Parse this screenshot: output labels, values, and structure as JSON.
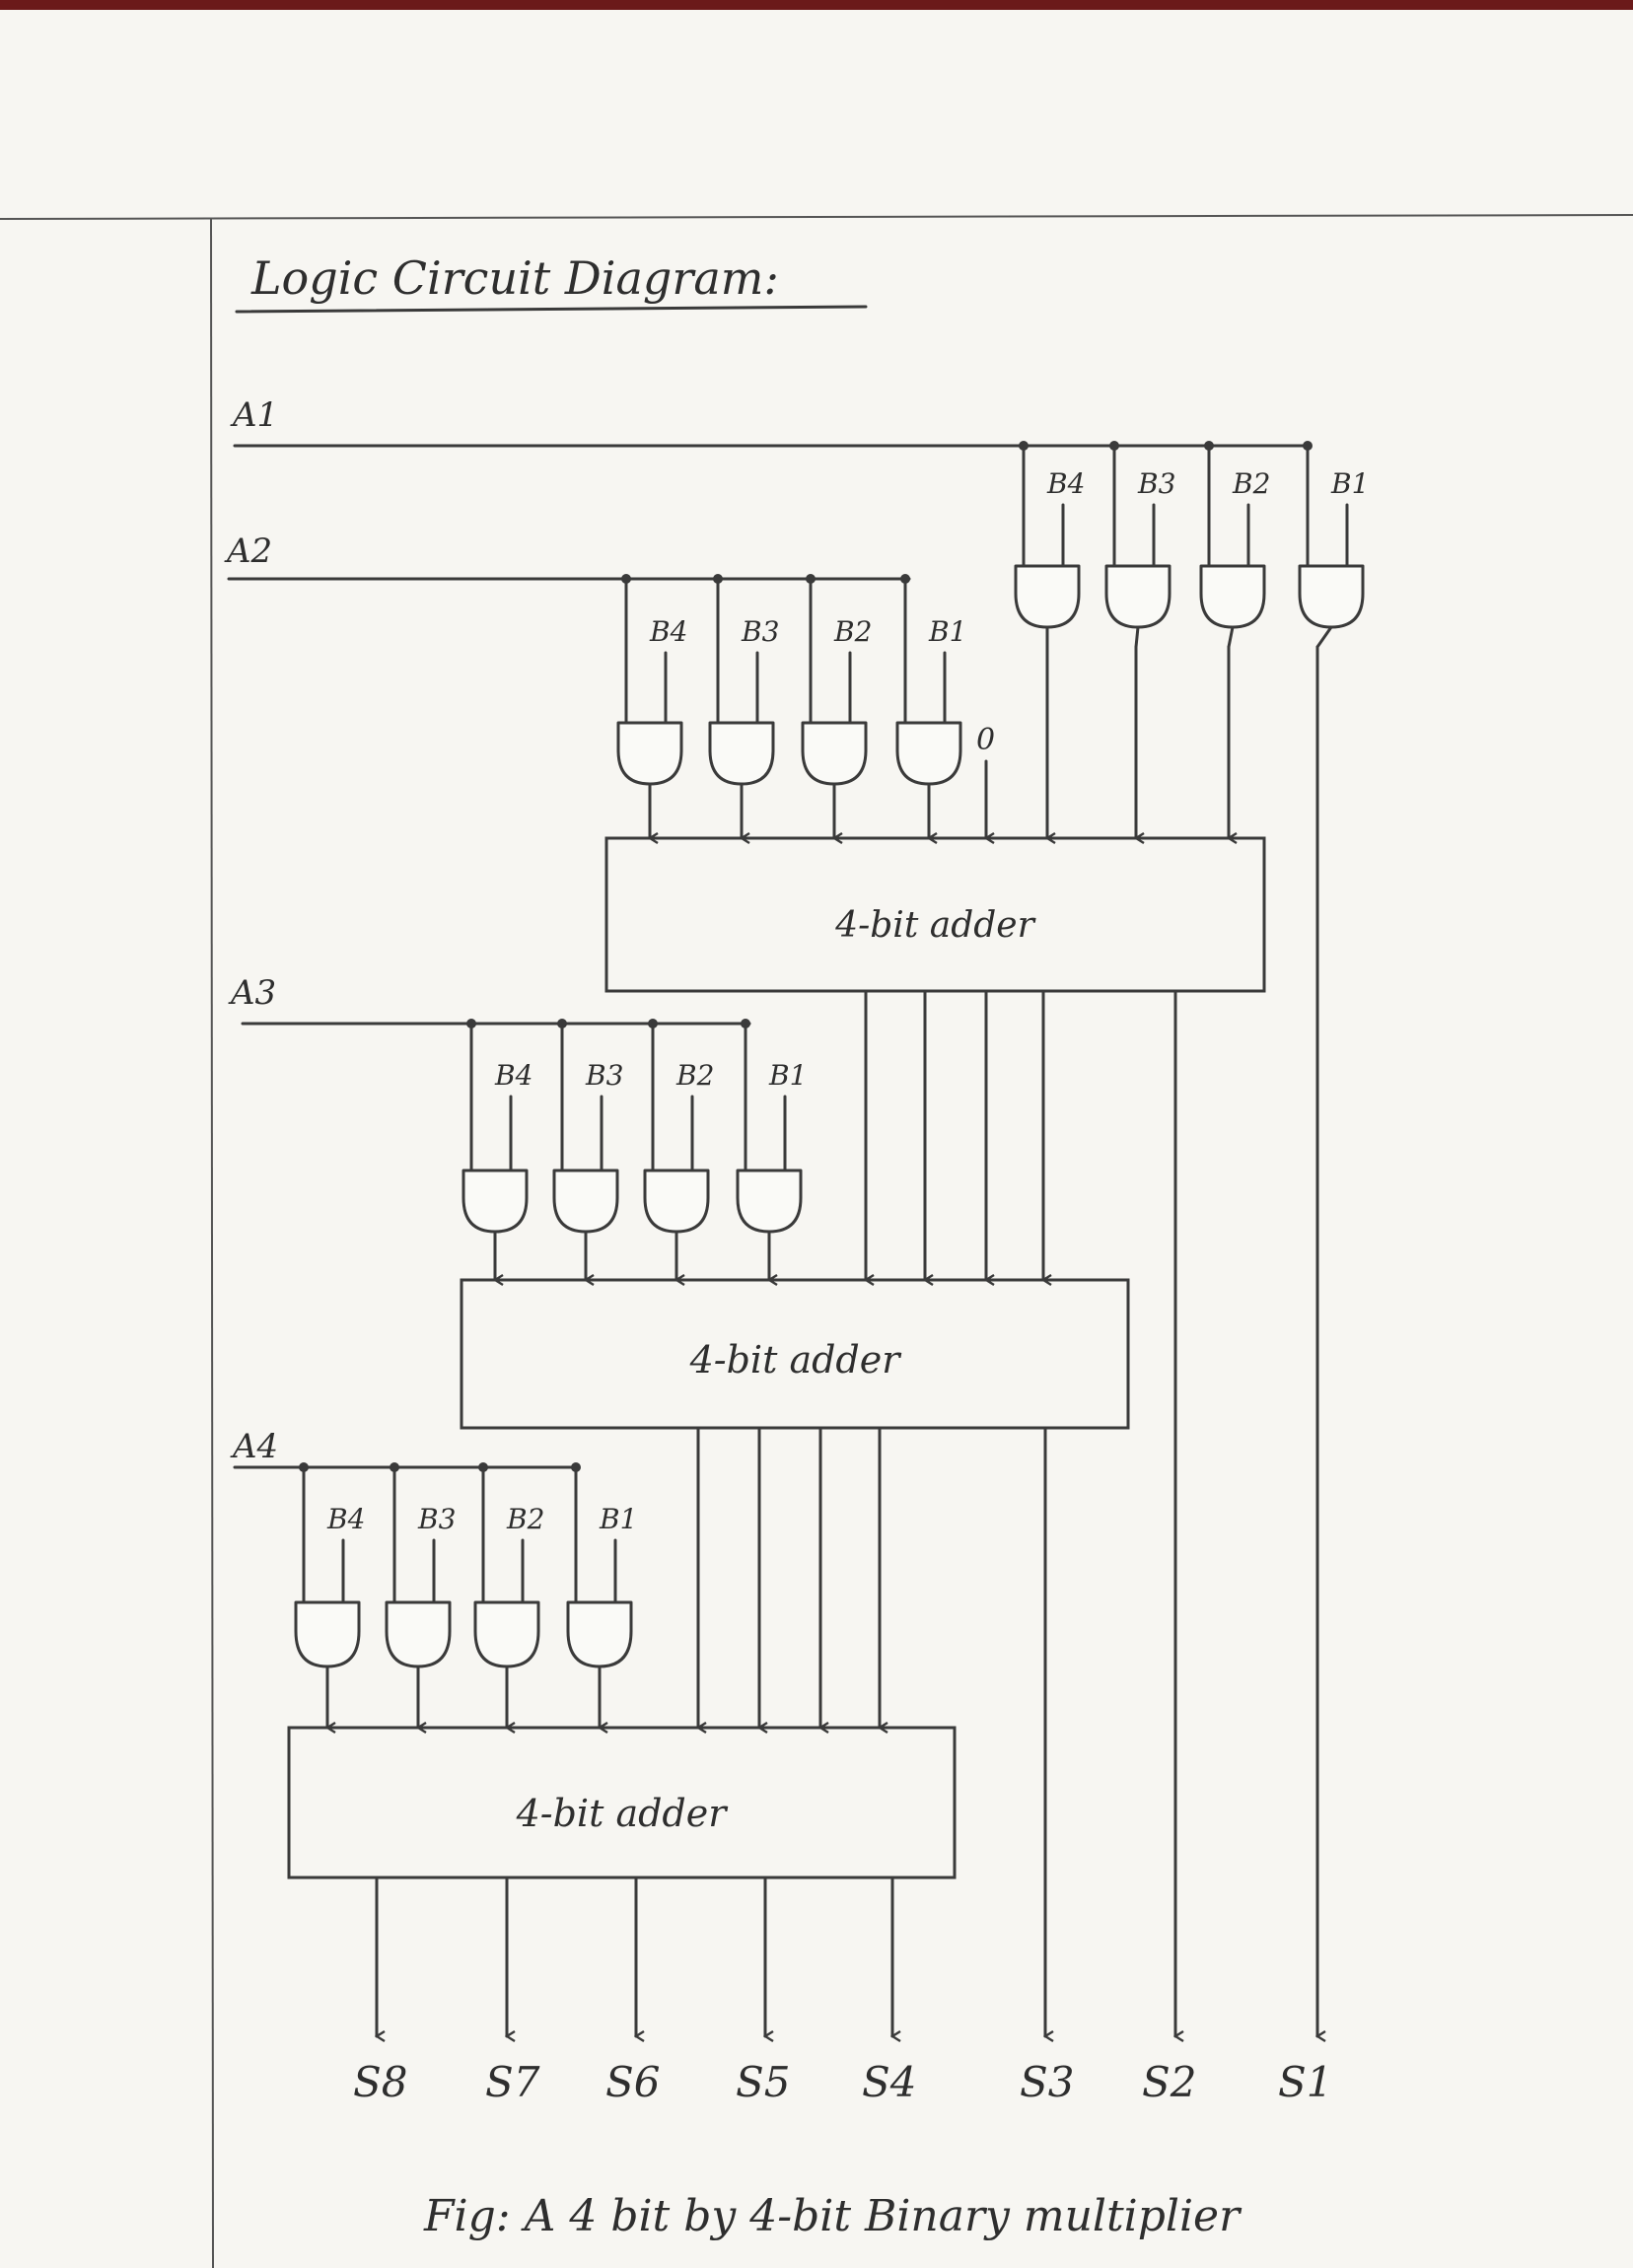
{
  "title": "Logic Circuit Diagram:",
  "inputs": {
    "a1": "A1",
    "a2": "A2",
    "a3": "A3",
    "a4": "A4"
  },
  "b_labels": [
    "B4",
    "B3",
    "B2",
    "B1"
  ],
  "zero_label": "0",
  "adders": [
    "4-bit adder",
    "4-bit adder",
    "4-bit adder"
  ],
  "outputs": [
    "S8",
    "S7",
    "S6",
    "S5",
    "S4",
    "S3",
    "S2",
    "S1"
  ],
  "caption": "Fig: A 4 bit by 4-bit Binary multiplier"
}
